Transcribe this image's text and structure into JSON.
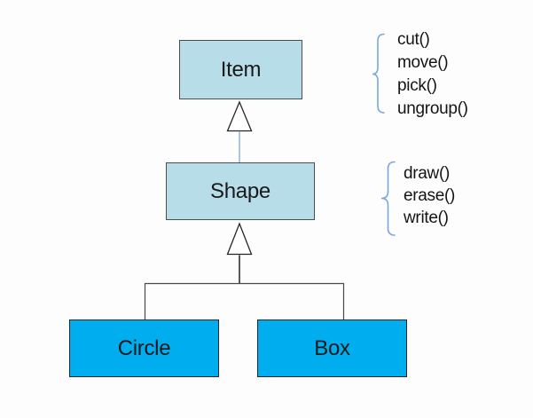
{
  "diagram": {
    "nodes": {
      "item": {
        "label": "Item"
      },
      "shape": {
        "label": "Shape"
      },
      "circle": {
        "label": "Circle"
      },
      "box": {
        "label": "Box"
      }
    },
    "relations": [
      {
        "child": "Shape",
        "parent": "Item",
        "type": "inheritance"
      },
      {
        "child": "Circle",
        "parent": "Shape",
        "type": "inheritance"
      },
      {
        "child": "Box",
        "parent": "Shape",
        "type": "inheritance"
      }
    ],
    "method_groups": {
      "item": {
        "attached_to": "Item",
        "methods": [
          "cut()",
          "move()",
          "pick()",
          "ungroup()"
        ]
      },
      "shape": {
        "attached_to": "Shape",
        "methods": [
          "draw()",
          "erase()",
          "write()"
        ]
      }
    },
    "colors": {
      "parent_node_fill": "#b7dde9",
      "child_node_fill": "#00aeef",
      "node_border_dark": "#4c4c4c",
      "child_node_border": "#262626",
      "connector_blue": "#a9c7e3",
      "connector_gray": "#595959",
      "connector_thin": "#4a4a4a",
      "brace": "#7aa7d8",
      "text": "#1a1a1a"
    }
  }
}
